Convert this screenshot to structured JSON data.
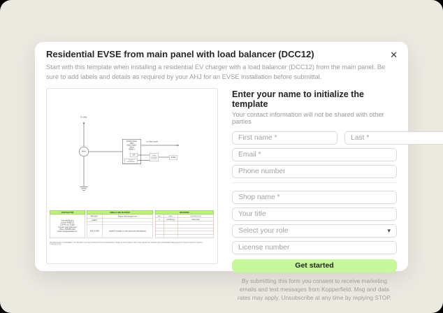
{
  "colors": {
    "page_bg": "#ece9e1",
    "modal_bg": "#ffffff",
    "accent_green": "#c6f79b",
    "table_header_green": "#bdf07d",
    "text_dark": "#262626",
    "text_gray": "#9b9b96"
  },
  "icons": {
    "close": "✕",
    "caret": "▾"
  },
  "modal": {
    "title": "Residential EVSE from main panel with load balancer (DCC12)",
    "description": "Start with this template when installing a residential EV charger with a load balancer (DCC12) from the main panel. Be sure to add labels and details as required by your AHJ for an EVSE installation before submittal."
  },
  "form": {
    "heading": "Enter your name to initialize the template",
    "subheading": "Your contact information will not be shared with other parties",
    "first_name_placeholder": "First name *",
    "last_name_placeholder": "Last *",
    "email_placeholder": "Email *",
    "phone_placeholder": "Phone number",
    "shop_placeholder": "Shop name *",
    "title_placeholder": "Your title",
    "role_placeholder": "Select your role",
    "license_placeholder": "License number",
    "submit_label": "Get started",
    "disclaimer": "By submitting this form you consent to receive marketing emails and text messages from Kopperfield. Msg and data rates may apply. Unsubscribe at any time by replying STOP."
  },
  "diagram": {
    "to_utility": "To utility",
    "meter_label": "Meter",
    "panel_lines": [
      "Existing Panel",
      "100A",
      "Main breaker",
      "(New)",
      "NEMA 1"
    ],
    "to_other_loads": "to other loads",
    "breaker_label": "50A",
    "ct_lines": [
      "Current",
      "transformers"
    ],
    "load_manager_lines": [
      "Load",
      "manager",
      "DCC-12"
    ],
    "evse_label": "EVSE",
    "contractor": {
      "header": "CONTRACTOR",
      "lines": [
        "Cascadia Electric",
        "License # ABC123",
        "123 Pine St, Seattle",
        "Contact: John Appleseed",
        "Phone: 555-555-1234",
        "Email: john@cascadia.com"
      ]
    },
    "sld": {
      "header": "SINGLE LINE DIAGRAM",
      "rows": [
        {
          "label": "PROJECT",
          "value": "← Project Address goes here →"
        },
        {
          "label": "CLIENT",
          "value": ""
        },
        {
          "label": "",
          "value": ""
        },
        {
          "label": "JOB SCOPE",
          "value": "Install EV charger on main panel with load balancer"
        }
      ]
    },
    "revisions": {
      "header": "REVISIONS",
      "columns": [
        "REV",
        "DATE",
        "DESCRIPTION"
      ],
      "rows": [
        [
          "0",
          "mm/dd/yyyy",
          "Initial issue"
        ]
      ]
    },
    "professional_statement": "PROFESSIONAL STATEMENT: TO THE BEST OF THE CONTRACTOR'S KNOWLEDGE THESE PLANS COMPLY WITH THE RELEVANT CODES AND STANDARDS REQUIRED BY THE AUTHORITY HAVING JURISDICTION."
  }
}
